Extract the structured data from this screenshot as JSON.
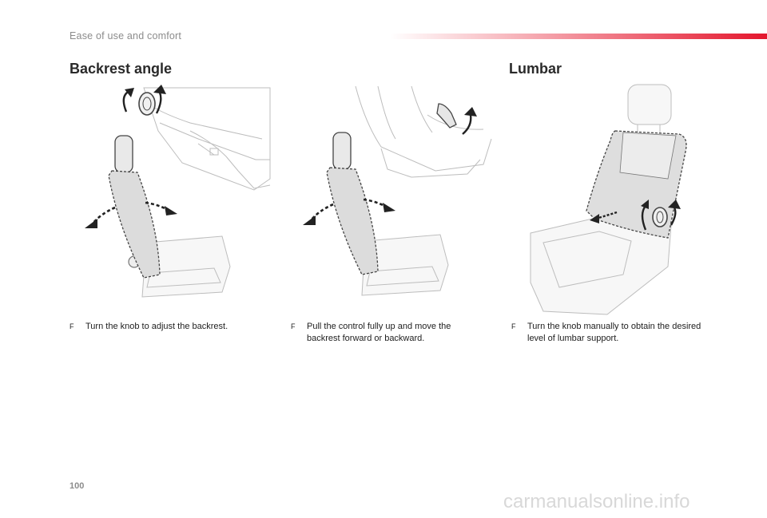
{
  "header": {
    "section": "Ease of use and comfort"
  },
  "sections": {
    "backrest": {
      "title": "Backrest angle"
    },
    "lumbar": {
      "title": "Lumbar"
    }
  },
  "steps": [
    {
      "bullet": "F",
      "text": "Turn the knob to adjust the backrest."
    },
    {
      "bullet": "F",
      "text": "Pull the control fully up and move the backrest forward or backward."
    },
    {
      "bullet": "F",
      "text": "Turn the knob manually to obtain the desired level of lumbar support."
    }
  ],
  "footer": {
    "page_number": "100",
    "watermark": "carmanualsonline.info"
  },
  "colors": {
    "accent": "#e4162d",
    "header_text": "#8c8c8c"
  }
}
